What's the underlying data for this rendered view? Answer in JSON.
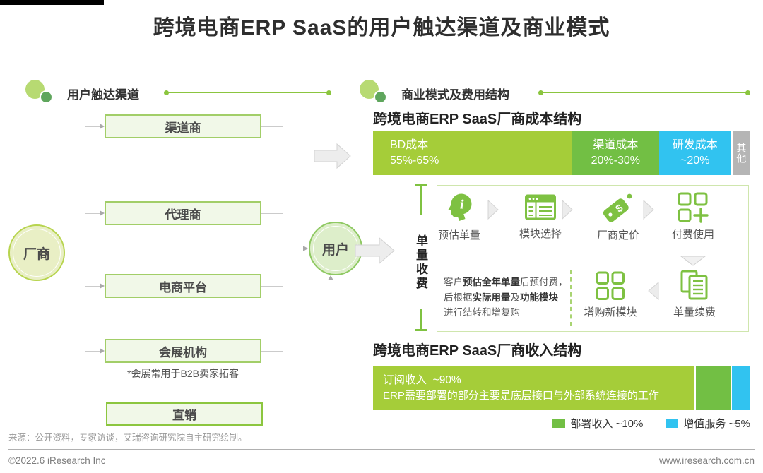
{
  "title": "跨境电商ERP SaaS的用户触达渠道及商业模式",
  "left_section": {
    "header": "用户触达渠道",
    "manufacturer_node": "厂商",
    "user_node": "用户",
    "channels": [
      "渠道商",
      "代理商",
      "电商平台",
      "会展机构",
      "直销"
    ],
    "exhibition_note": "*会展常用于B2B卖家拓客"
  },
  "right_section": {
    "header": "商业模式及费用结构",
    "pricing_model": {
      "side_label": "单量收费",
      "steps": [
        "预估单量",
        "模块选择",
        "厂商定价",
        "付费使用"
      ],
      "renewal_steps": [
        "增购新模块",
        "单量续费"
      ],
      "note": {
        "l1a": "客户",
        "l1b": "预估全年单量",
        "l1c": "后预付费，",
        "l2a": "后根据",
        "l2b": "实际用量",
        "l2c": "及",
        "l2d": "功能模块",
        "l3": "进行结转和增复购"
      }
    }
  },
  "chart_data": [
    {
      "type": "bar",
      "subtype": "horizontal-stacked",
      "title": "跨境电商ERP SaaS厂商成本结构",
      "segments": [
        {
          "label": "BD成本",
          "value": "55%-65%",
          "color": "#a5cd39",
          "width_pct": 52.8
        },
        {
          "label": "渠道成本",
          "value": "20%-30%",
          "color": "#72bf44",
          "width_pct": 23.0
        },
        {
          "label": "研发成本",
          "value": "~20%",
          "color": "#31c3f0",
          "width_pct": 19.1
        },
        {
          "label": "其他",
          "value": "",
          "color": "#b5b5b5",
          "width_pct": 5.1
        }
      ]
    },
    {
      "type": "bar",
      "subtype": "horizontal-stacked",
      "title": "跨境电商ERP SaaS厂商收入结构",
      "segments": [
        {
          "label": "订阅收入",
          "value": "~90%",
          "desc": "ERP需要部署的部分主要是底层接口与外部系统连接的工作",
          "color": "#a5cd39",
          "width_pct": 85.2
        },
        {
          "label": "部署收入",
          "value": "~10%",
          "color": "#72bf44",
          "width_pct": 9.6
        },
        {
          "label": "增值服务",
          "value": "~5%",
          "color": "#31c3f0",
          "width_pct": 5.2
        }
      ],
      "legend": [
        {
          "label": "部署收入",
          "value": "~10%",
          "color": "#72bf44"
        },
        {
          "label": "增值服务",
          "value": "~5%",
          "color": "#31c3f0"
        }
      ]
    }
  ],
  "footer": {
    "source": "来源：公开资料，专家访谈，艾瑞咨询研究院自主研究绘制。",
    "copyright": "©2022.6 iResearch Inc",
    "website": "www.iresearch.com.cn"
  }
}
